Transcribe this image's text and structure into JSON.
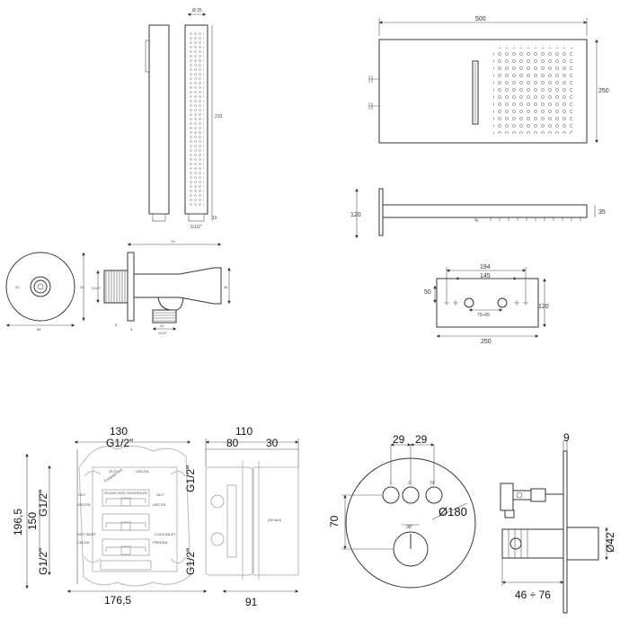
{
  "handshower": {
    "dia": "Ø 25",
    "height": "210",
    "bottom": "10",
    "thread": "G1/2\""
  },
  "wall_outlet": {
    "h20": "20",
    "h33": "33",
    "dia_55": "55",
    "length": "78",
    "thread_left": "G1/2\"",
    "h36": "36",
    "b1": "5",
    "b2": "5",
    "b3": "23",
    "thread_bottom": "G1/2\""
  },
  "overhead": {
    "width": "500",
    "height": "250",
    "arm": "120",
    "thickness": "35",
    "percent": "%"
  },
  "plate": {
    "d194": "194",
    "d145": "145",
    "d50": "50",
    "d120": "120",
    "d70": "70÷85",
    "d250": "250"
  },
  "box": {
    "w130": "130",
    "top_thread": "G1/2\"",
    "h196": "196,5",
    "h150": "150",
    "side_thread_top": "G1/2\"",
    "side_thread_bottom": "G1/2\"",
    "bottom_width": "176,5",
    "brand": "Compact Box",
    "lbl_out1": "OUT",
    "lbl_uscita1": "USCITA",
    "lbl_out2": "OUT",
    "lbl_uscita2": "USCITA",
    "lbl_out3": "OUT",
    "lbl_uscita3": "USCITA",
    "lbl_hot": "HOT INLET",
    "lbl_calda": "CALDA",
    "lbl_cold": "COLD INLET",
    "lbl_fredda": "FREDDA",
    "install_text": "INSTALLAZIONE 3 FUNZIONI / 3 FUNCTIONS INSTALLATION"
  },
  "box_side": {
    "d110": "110",
    "d80": "80",
    "d30": "30",
    "d91": "91",
    "thread_top": "G1/2\"",
    "thread_bottom": "G1/2\"",
    "inner": "(30 mm)"
  },
  "control": {
    "d29a": "29",
    "d29b": "29",
    "d70": "70",
    "dia": "Ø180",
    "roman1": "I",
    "roman2": "II",
    "roman3": "III",
    "angle": "38°"
  },
  "control_side": {
    "d9": "9",
    "dia42": "Ø42",
    "range": "46 ÷ 76"
  }
}
